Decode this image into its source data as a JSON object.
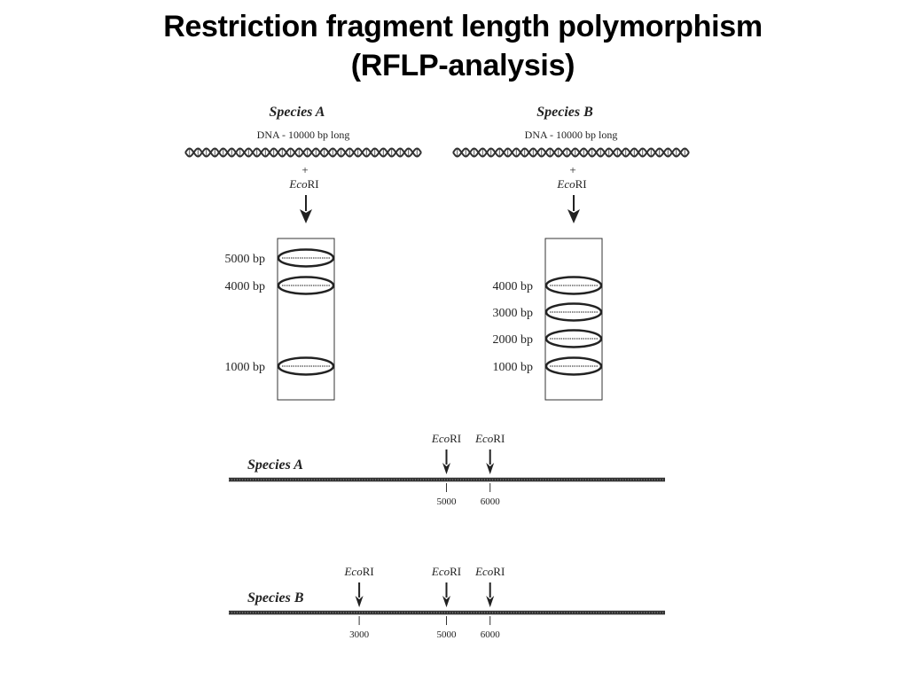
{
  "title": {
    "line1": "Restriction fragment length polymorphism",
    "line2": "(RFLP-analysis)"
  },
  "panels": [
    {
      "species": "Species A",
      "dna_label": "DNA - 10000 bp long",
      "plus": "+",
      "enzyme_italic": "Eco",
      "enzyme_roman": "RI",
      "bands": [
        {
          "label": "5000 bp",
          "size": 5000
        },
        {
          "label": "4000 bp",
          "size": 4000
        },
        {
          "label": "1000 bp",
          "size": 1000
        }
      ]
    },
    {
      "species": "Species B",
      "dna_label": "DNA - 10000 bp long",
      "plus": "+",
      "enzyme_italic": "Eco",
      "enzyme_roman": "RI",
      "bands": [
        {
          "label": "4000 bp",
          "size": 4000
        },
        {
          "label": "3000 bp",
          "size": 3000
        },
        {
          "label": "2000 bp",
          "size": 2000
        },
        {
          "label": "1000 bp",
          "size": 1000
        }
      ]
    }
  ],
  "maps": [
    {
      "species": "Species A",
      "sites": [
        {
          "enzyme_italic": "Eco",
          "enzyme_roman": "RI",
          "position": 5000,
          "label": "5000"
        },
        {
          "enzyme_italic": "Eco",
          "enzyme_roman": "RI",
          "position": 6000,
          "label": "6000"
        }
      ]
    },
    {
      "species": "Species B",
      "sites": [
        {
          "enzyme_italic": "Eco",
          "enzyme_roman": "RI",
          "position": 3000,
          "label": "3000"
        },
        {
          "enzyme_italic": "Eco",
          "enzyme_roman": "RI",
          "position": 5000,
          "label": "5000"
        },
        {
          "enzyme_italic": "Eco",
          "enzyme_roman": "RI",
          "position": 6000,
          "label": "6000"
        }
      ]
    }
  ],
  "colors": {
    "ink": "#222222",
    "line": "#333333",
    "background": "#ffffff"
  }
}
